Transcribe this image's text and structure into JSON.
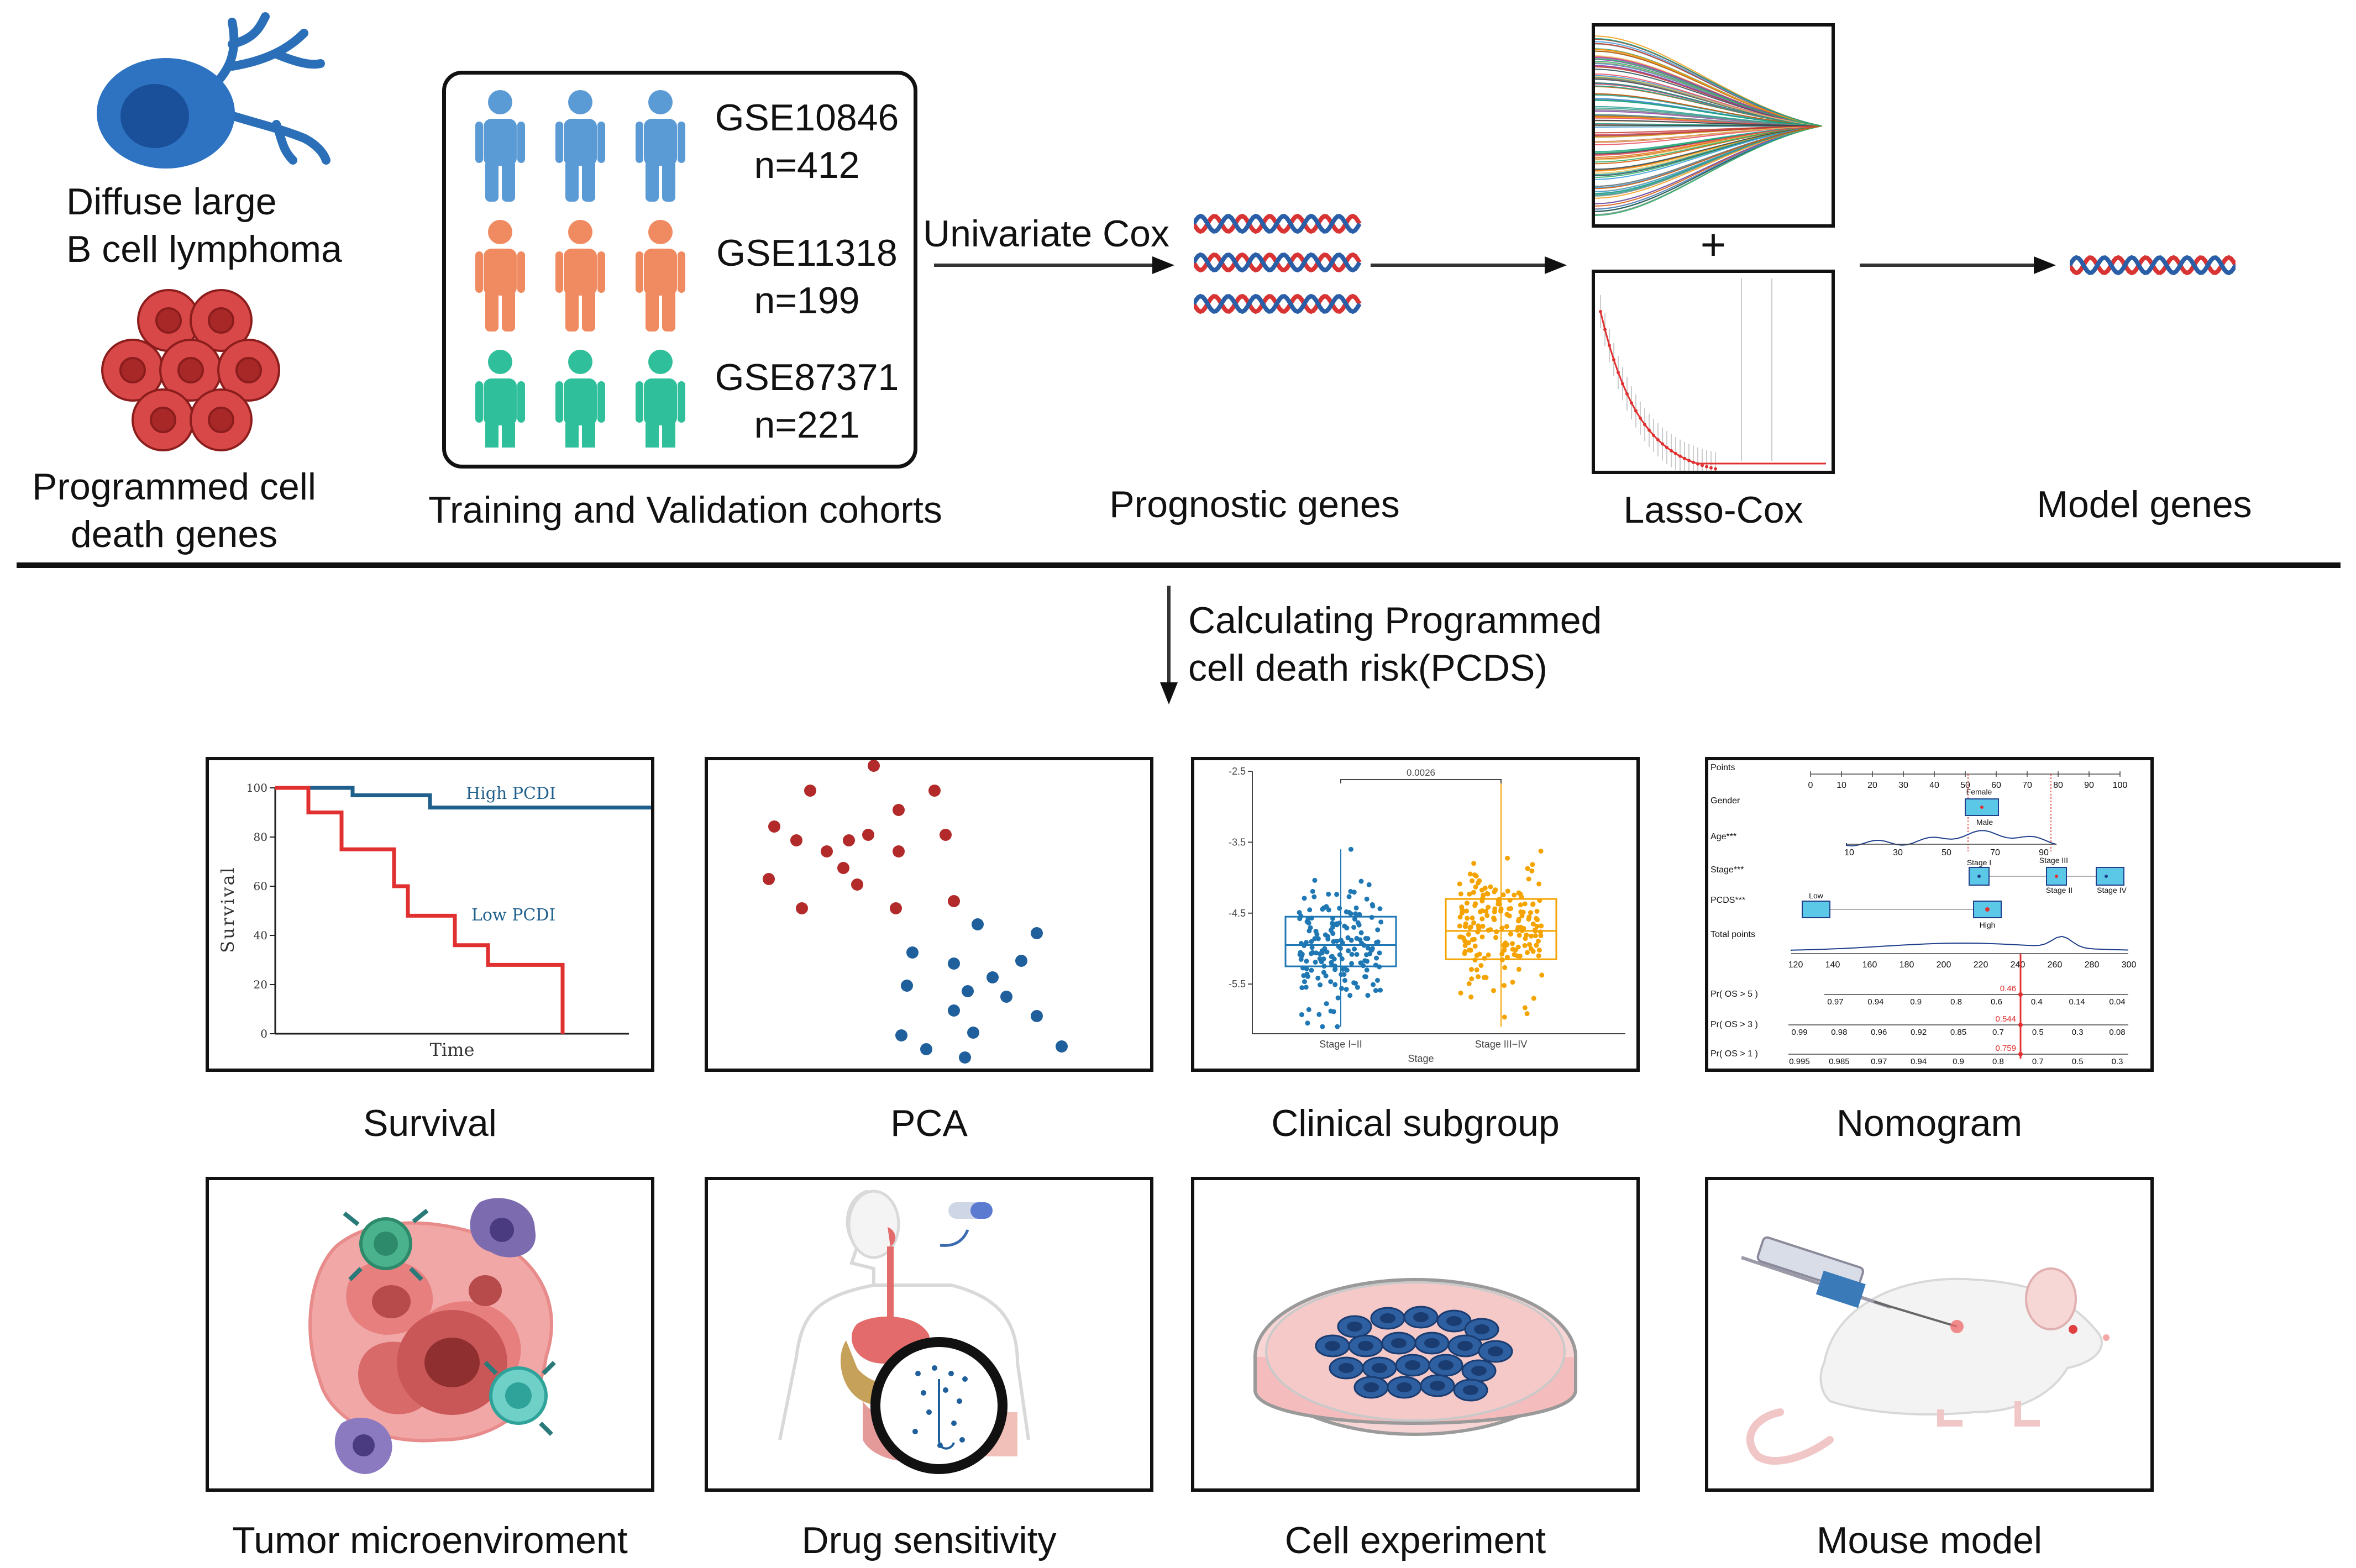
{
  "top": {
    "dlbcl": {
      "line1": "Diffuse large",
      "line2": "B cell lymphoma"
    },
    "pcd": {
      "line1": "Programmed cell",
      "line2": "death genes"
    },
    "cohorts": [
      {
        "name": "GSE10846",
        "n": "n=412",
        "color": "#5b9bd5"
      },
      {
        "name": "GSE11318",
        "n": "n=199",
        "color": "#f08a60"
      },
      {
        "name": "GSE87371",
        "n": "n=221",
        "color": "#2fbf9a"
      }
    ],
    "cohorts_caption": "Training and Validation cohorts",
    "univariate_label": "Univariate Cox",
    "prognostic_caption": "Prognostic genes",
    "plus": "+",
    "lasso_caption": "Lasso-Cox",
    "model_caption": "Model genes"
  },
  "middle": {
    "calc_line1": "Calculating Programmed",
    "calc_line2": "cell death risk(PCDS)"
  },
  "panels": {
    "survival": {
      "caption": "Survival",
      "ylabel": "Survival",
      "xlabel": "Time",
      "high_label": "High PCDI",
      "low_label": "Low PCDI",
      "yticks": [
        "100",
        "80",
        "60",
        "40",
        "20",
        "0"
      ],
      "high_color": "#1f5f8b",
      "low_color": "#e03030"
    },
    "pca": {
      "caption": "PCA",
      "red": "#b22a2a",
      "blue": "#1f5f9b"
    },
    "clinical": {
      "caption": "Clinical subgroup",
      "pvalue": "0.0026",
      "yticks": [
        "-2.5",
        "-3.5",
        "-4.5",
        "-5.5"
      ],
      "groups": [
        "Stage I−II",
        "Stage III−IV"
      ],
      "xlabel": "Stage",
      "colors": [
        "#1f77b4",
        "#f5a300"
      ]
    },
    "nomogram": {
      "caption": "Nomogram",
      "rows": [
        "Points",
        "Gender",
        "Age***",
        "Stage***",
        "PCDS***",
        "Total points",
        "Pr( OS > 5 )",
        "Pr( OS > 3 )",
        "Pr( OS > 1 )"
      ],
      "points_ticks": [
        "0",
        "10",
        "20",
        "30",
        "40",
        "50",
        "60",
        "70",
        "80",
        "90",
        "100"
      ],
      "age_ticks": [
        "10",
        "30",
        "50",
        "70",
        "90"
      ],
      "total_ticks": [
        "120",
        "140",
        "160",
        "180",
        "200",
        "220",
        "240",
        "260",
        "280",
        "300"
      ],
      "os5_ticks": [
        "0.97",
        "0.94",
        "0.9",
        "0.8",
        "0.6",
        "0.4",
        "0.14",
        "0.04"
      ],
      "os3_ticks": [
        "0.99",
        "0.98",
        "0.96",
        "0.92",
        "0.85",
        "0.7",
        "0.5",
        "0.3",
        "0.08"
      ],
      "os1_ticks": [
        "0.995",
        "0.985",
        "0.97",
        "0.94",
        "0.9",
        "0.8",
        "0.7",
        "0.5",
        "0.3"
      ],
      "gender_labels": [
        "Female",
        "Male"
      ],
      "stage_labels": [
        "Stage I",
        "Stage III",
        "Stage II",
        "Stage IV"
      ],
      "pcds_labels": [
        "Low",
        "High"
      ],
      "os5_value": "0.46",
      "os3_value": "0.544",
      "os1_value": "0.759"
    },
    "tme": {
      "caption": "Tumor microenviroment"
    },
    "drug": {
      "caption": "Drug sensitivity"
    },
    "cell": {
      "caption": "Cell experiment"
    },
    "mouse": {
      "caption": "Mouse model"
    }
  }
}
